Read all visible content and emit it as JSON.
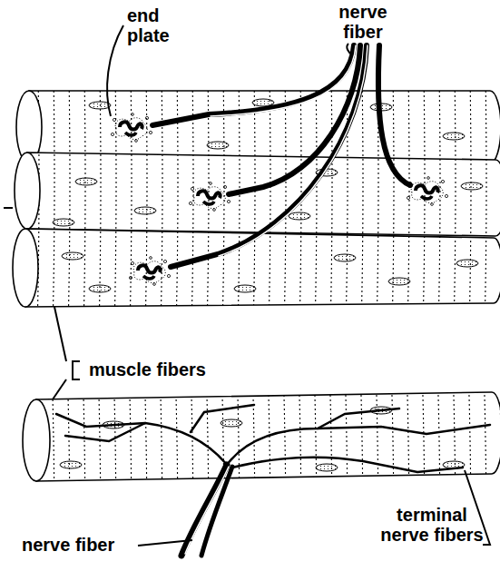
{
  "diagram": {
    "labels": [
      "end plate",
      "nerve fiber",
      "muscle fibers",
      "nerve fiber",
      "terminal nerve fibers"
    ]
  }
}
